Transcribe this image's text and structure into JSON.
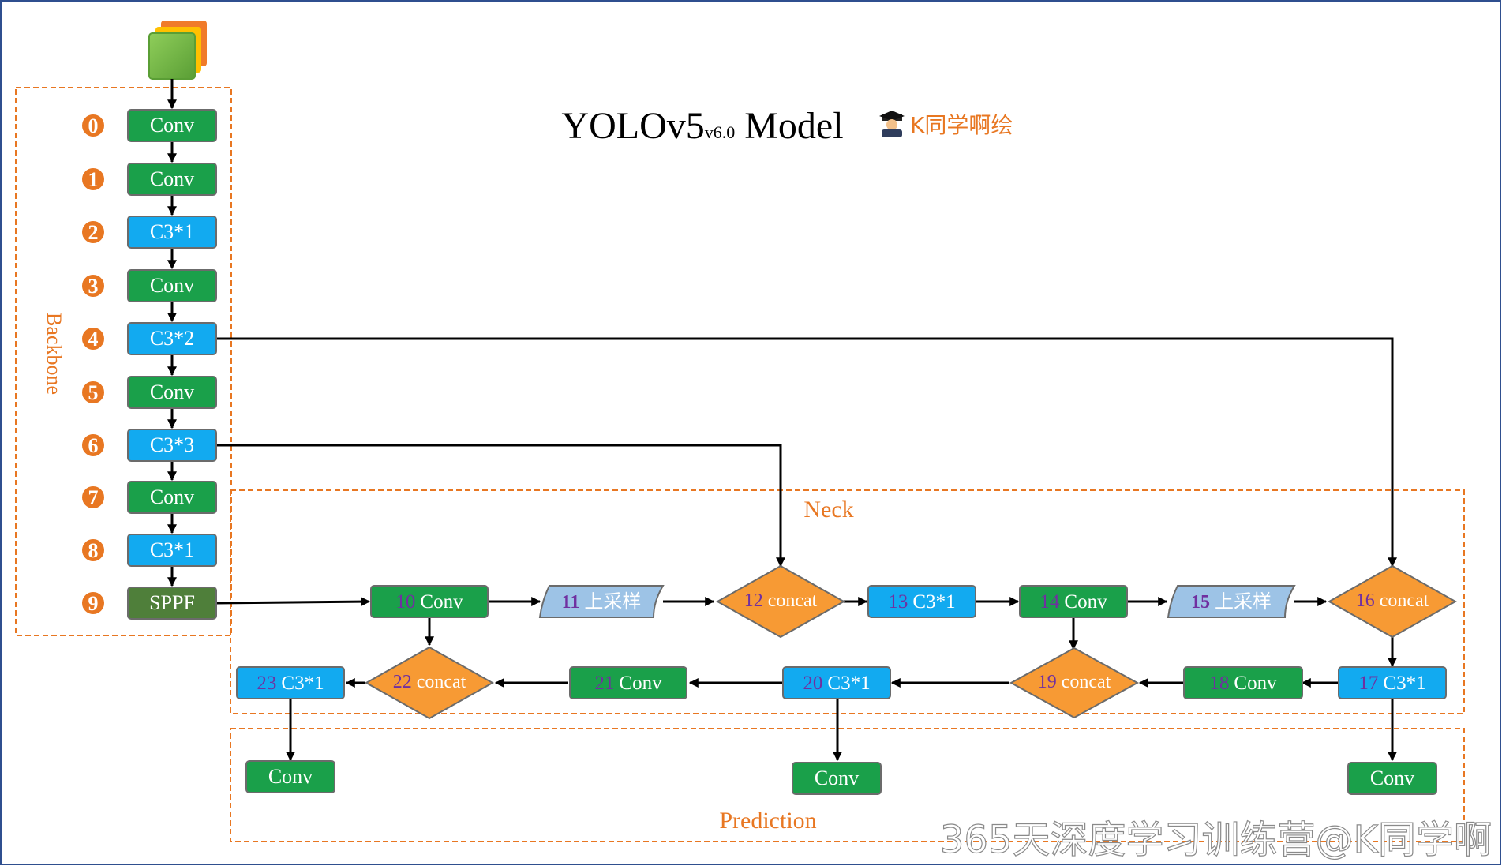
{
  "title": {
    "main": "YOLOv5",
    "version": "v6.0",
    "suffix": "Model"
  },
  "author": {
    "label": "K同学啊绘",
    "icon": "scholar-icon"
  },
  "watermark": "365天深度学习训练营@K同学啊",
  "regions": {
    "backbone": "Backbone",
    "neck": "Neck",
    "prediction": "Prediction"
  },
  "backbone": [
    {
      "index": "0",
      "label": "Conv",
      "type": "conv"
    },
    {
      "index": "1",
      "label": "Conv",
      "type": "conv"
    },
    {
      "index": "2",
      "label": "C3*1",
      "type": "c3"
    },
    {
      "index": "3",
      "label": "Conv",
      "type": "conv"
    },
    {
      "index": "4",
      "label": "C3*2",
      "type": "c3"
    },
    {
      "index": "5",
      "label": "Conv",
      "type": "conv"
    },
    {
      "index": "6",
      "label": "C3*3",
      "type": "c3"
    },
    {
      "index": "7",
      "label": "Conv",
      "type": "conv"
    },
    {
      "index": "8",
      "label": "C3*1",
      "type": "c3"
    },
    {
      "index": "9",
      "label": "SPPF",
      "type": "sppf"
    }
  ],
  "neck": {
    "n10": {
      "num": "10",
      "label": "Conv"
    },
    "n11": {
      "num": "11",
      "label": "上采样"
    },
    "n12": {
      "num": "12",
      "label": "concat"
    },
    "n13": {
      "num": "13",
      "label": "C3*1"
    },
    "n14": {
      "num": "14",
      "label": "Conv"
    },
    "n15": {
      "num": "15",
      "label": "上采样"
    },
    "n16": {
      "num": "16",
      "label": "concat"
    },
    "n17": {
      "num": "17",
      "label": "C3*1"
    },
    "n18": {
      "num": "18",
      "label": "Conv"
    },
    "n19": {
      "num": "19",
      "label": "concat"
    },
    "n20": {
      "num": "20",
      "label": "C3*1"
    },
    "n21": {
      "num": "21",
      "label": "Conv"
    },
    "n22": {
      "num": "22",
      "label": "concat"
    },
    "n23": {
      "num": "23",
      "label": "C3*1"
    }
  },
  "prediction": {
    "p1": "Conv",
    "p2": "Conv",
    "p3": "Conv"
  },
  "colors": {
    "conv": "#1aa04a",
    "c3": "#12aaf0",
    "sppf": "#4f7f3a",
    "upsample": "#9dc3e6",
    "concat": "#f79a34",
    "accent": "#e87722",
    "number": "#7030a0"
  }
}
